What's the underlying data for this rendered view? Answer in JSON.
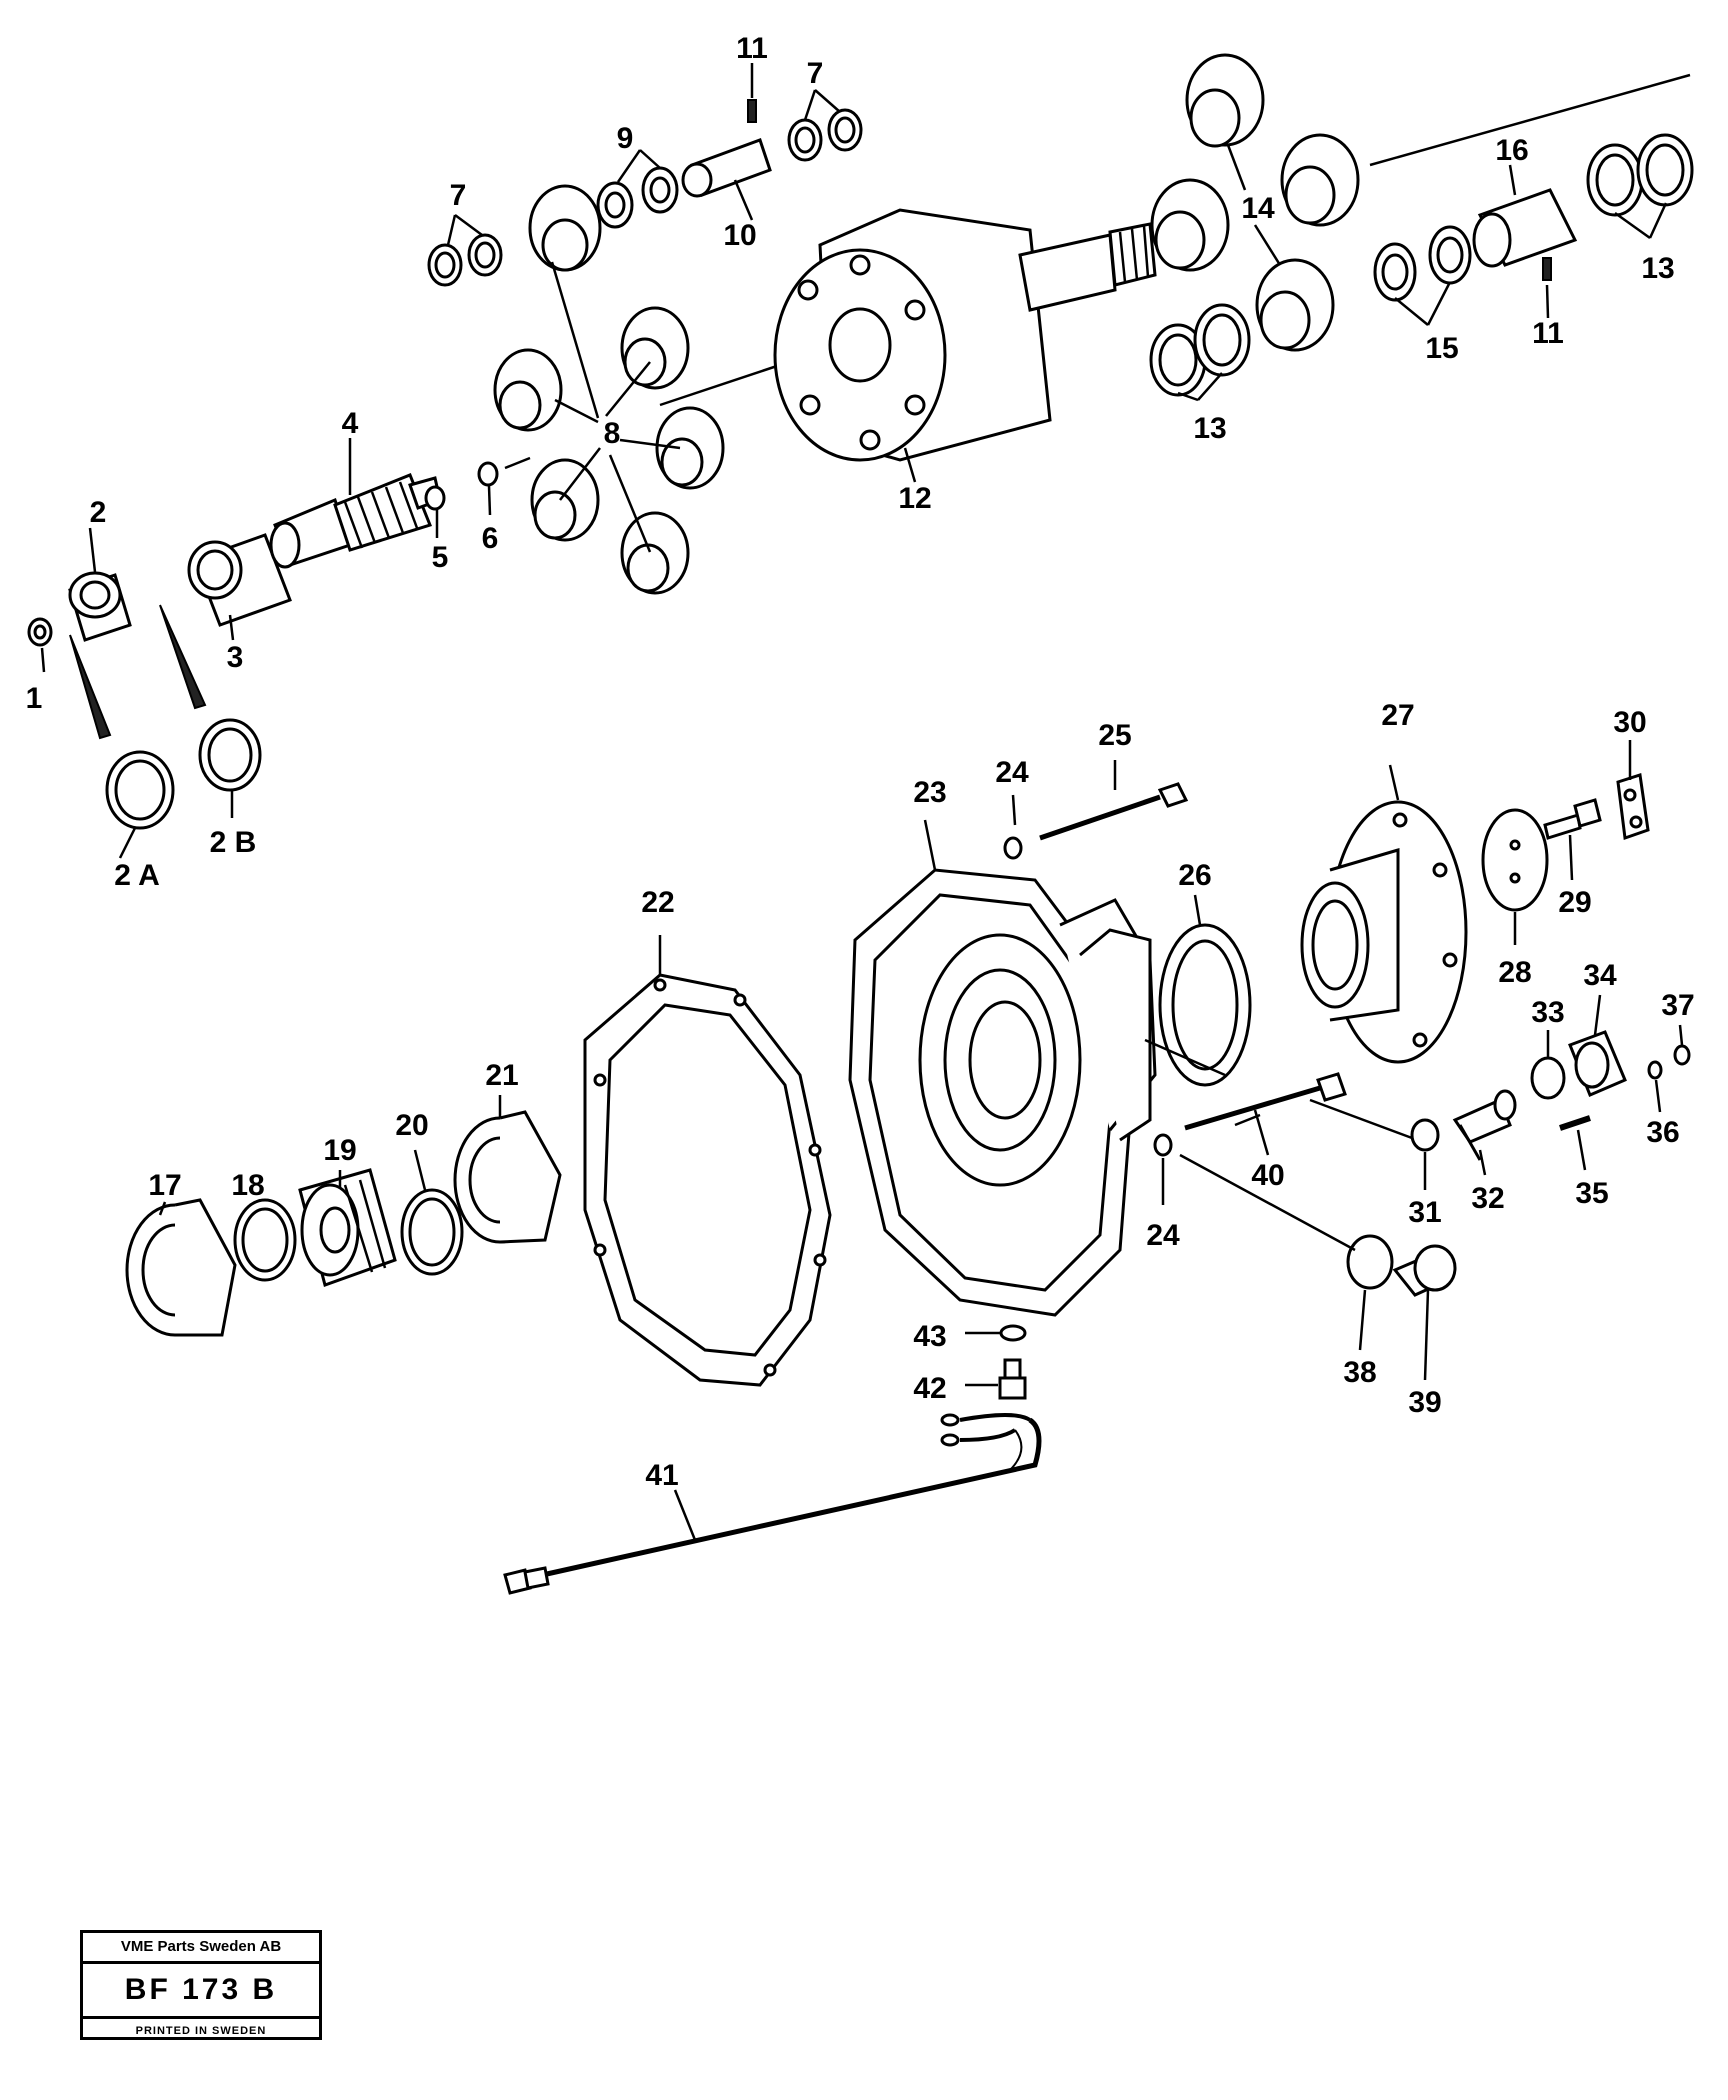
{
  "labels": [
    {
      "id": "1",
      "text": "1"
    },
    {
      "id": "2",
      "text": "2"
    },
    {
      "id": "2A",
      "text": "2 A"
    },
    {
      "id": "2B",
      "text": "2 B"
    },
    {
      "id": "3",
      "text": "3"
    },
    {
      "id": "4",
      "text": "4"
    },
    {
      "id": "5",
      "text": "5"
    },
    {
      "id": "6",
      "text": "6"
    },
    {
      "id": "7a",
      "text": "7"
    },
    {
      "id": "7b",
      "text": "7"
    },
    {
      "id": "8",
      "text": "8"
    },
    {
      "id": "9",
      "text": "9"
    },
    {
      "id": "10",
      "text": "10"
    },
    {
      "id": "11a",
      "text": "11"
    },
    {
      "id": "11b",
      "text": "11"
    },
    {
      "id": "12",
      "text": "12"
    },
    {
      "id": "13a",
      "text": "13"
    },
    {
      "id": "13b",
      "text": "13"
    },
    {
      "id": "14",
      "text": "14"
    },
    {
      "id": "15",
      "text": "15"
    },
    {
      "id": "16",
      "text": "16"
    },
    {
      "id": "17",
      "text": "17"
    },
    {
      "id": "18",
      "text": "18"
    },
    {
      "id": "19",
      "text": "19"
    },
    {
      "id": "20",
      "text": "20"
    },
    {
      "id": "21",
      "text": "21"
    },
    {
      "id": "22",
      "text": "22"
    },
    {
      "id": "23",
      "text": "23"
    },
    {
      "id": "24a",
      "text": "24"
    },
    {
      "id": "24b",
      "text": "24"
    },
    {
      "id": "25",
      "text": "25"
    },
    {
      "id": "26",
      "text": "26"
    },
    {
      "id": "27",
      "text": "27"
    },
    {
      "id": "28",
      "text": "28"
    },
    {
      "id": "29",
      "text": "29"
    },
    {
      "id": "30",
      "text": "30"
    },
    {
      "id": "31",
      "text": "31"
    },
    {
      "id": "32",
      "text": "32"
    },
    {
      "id": "33",
      "text": "33"
    },
    {
      "id": "34",
      "text": "34"
    },
    {
      "id": "35",
      "text": "35"
    },
    {
      "id": "36",
      "text": "36"
    },
    {
      "id": "37",
      "text": "37"
    },
    {
      "id": "38",
      "text": "38"
    },
    {
      "id": "39",
      "text": "39"
    },
    {
      "id": "40",
      "text": "40"
    },
    {
      "id": "41",
      "text": "41"
    },
    {
      "id": "42",
      "text": "42"
    },
    {
      "id": "43",
      "text": "43"
    }
  ],
  "stamp": {
    "company": "VME Parts Sweden AB",
    "code": "BF 173 B",
    "printed": "PRINTED IN SWEDEN"
  }
}
